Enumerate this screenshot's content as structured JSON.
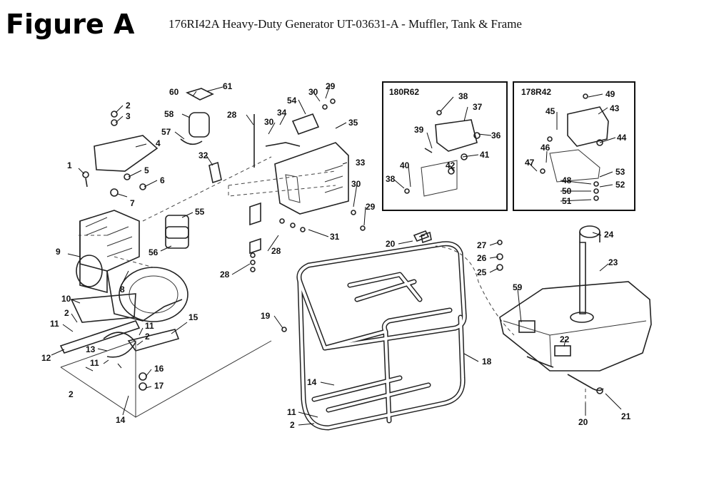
{
  "header": {
    "figure_title": "Figure A",
    "caption": "176RI42A Heavy-Duty Generator UT-03631-A - Muffler, Tank & Frame"
  },
  "insets": [
    {
      "model": "180R62"
    },
    {
      "model": "178R42"
    }
  ],
  "callouts": {
    "main": [
      "1",
      "2",
      "3",
      "4",
      "5",
      "6",
      "7",
      "8",
      "9",
      "10",
      "11",
      "2",
      "12",
      "13",
      "11",
      "11",
      "2",
      "2",
      "14",
      "15",
      "16",
      "17",
      "28",
      "30",
      "34",
      "54",
      "30",
      "29",
      "35",
      "33",
      "60",
      "61",
      "58",
      "57",
      "32",
      "55",
      "56",
      "28",
      "28",
      "31",
      "30",
      "29",
      "20",
      "27",
      "26",
      "25",
      "24",
      "23",
      "59",
      "22",
      "19",
      "18",
      "14",
      "11",
      "2",
      "20",
      "21"
    ],
    "inset_180R62": [
      "38",
      "37",
      "39",
      "36",
      "41",
      "42",
      "40",
      "38"
    ],
    "inset_178R42": [
      "49",
      "43",
      "45",
      "44",
      "46",
      "47",
      "48",
      "50",
      "51",
      "53",
      "52"
    ]
  }
}
